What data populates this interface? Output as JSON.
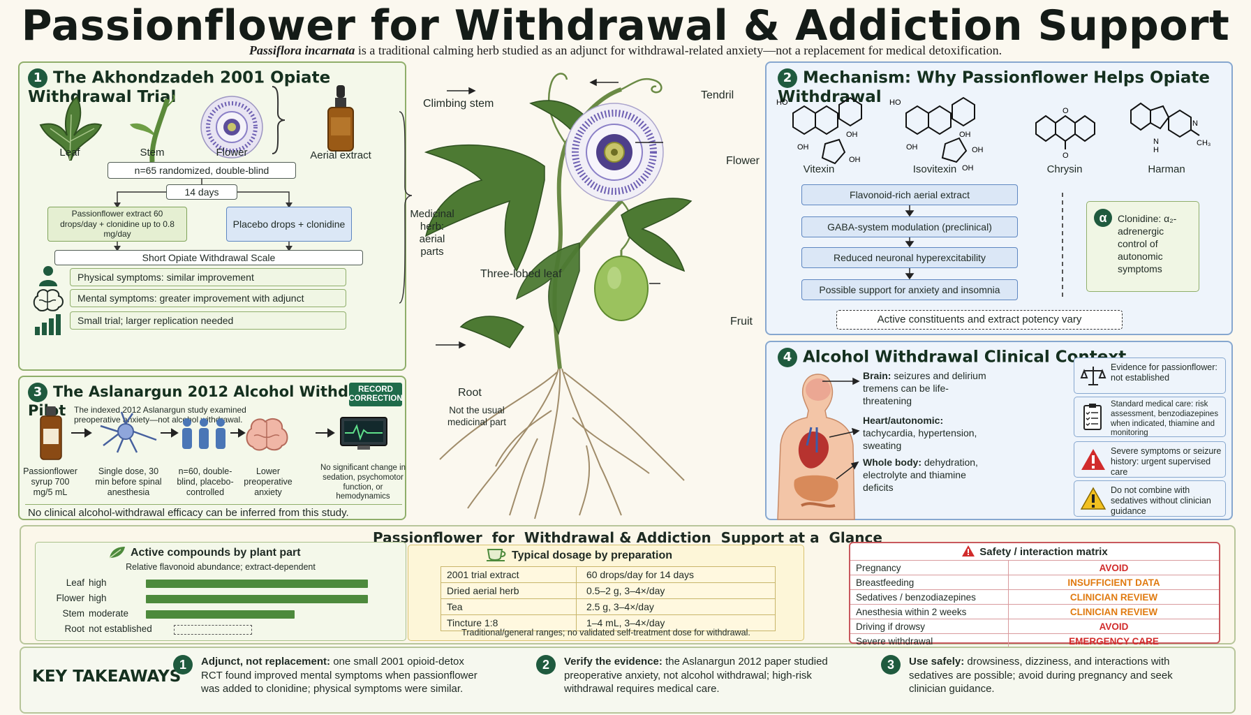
{
  "header": {
    "title": "Passionflower for Withdrawal & Addiction Support",
    "subtitle_latin": "Passiflora incarnata",
    "subtitle_rest": " is a traditional calming herb studied as an adjunct for withdrawal-related anxiety—not a replacement for medical detoxification."
  },
  "panel1": {
    "num": "1",
    "heading": "The Akhondzadeh 2001 Opiate Withdrawal Trial",
    "parts": [
      "Leaf",
      "Stem",
      "Flower"
    ],
    "extract_label": "Aerial extract",
    "design": "n=65 randomized, double-blind",
    "duration": "14 days",
    "arm_active": "Passionflower extract 60 drops/day + clonidine up to 0.8 mg/day",
    "arm_placebo": "Placebo drops + clonidine",
    "scale": "Short Opiate Withdrawal Scale",
    "results": [
      "Physical symptoms: similar improvement",
      "Mental symptoms: greater improvement with adjunct",
      "Small trial; larger replication needed"
    ]
  },
  "panel3": {
    "num": "3",
    "heading": "The Aslanargun 2012 Alcohol Withdrawal Pilot",
    "badge": "RECORD CORRECTION",
    "note": "The indexed 2012 Aslanargun study examined preoperative anxiety—not alcohol withdrawal.",
    "steps": [
      "Passionflower syrup 700 mg/5 mL",
      "Single dose, 30 min before spinal anesthesia",
      "n=60, double-blind, placebo-controlled",
      "Lower preoperative anxiety",
      "No significant change in sedation, psychomotor function, or hemodynamics"
    ],
    "conclusion": "No clinical alcohol-withdrawal efficacy can be inferred from this study."
  },
  "plant": {
    "labels": {
      "climbing_stem": "Climbing stem",
      "tendril": "Tendril",
      "flower": "Flower",
      "medicinal": "Medicinal herb: aerial parts",
      "leaf": "Three-lobed leaf",
      "fruit": "Fruit",
      "root": "Root",
      "root_note": "Not the usual medicinal part"
    }
  },
  "panel2": {
    "num": "2",
    "heading": "Mechanism: Why Passionflower Helps Opiate Withdrawal",
    "compounds": [
      "Vitexin",
      "Isovitexin",
      "Chrysin",
      "Harman"
    ],
    "chain": [
      "Flavonoid-rich aerial extract",
      "GABA-system modulation (preclinical)",
      "Reduced neuronal hyperexcitability",
      "Possible support for anxiety and insomnia"
    ],
    "clonidine_symbol": "α",
    "clonidine": "Clonidine: α₂-adrenergic control of autonomic symptoms",
    "note": "Active constituents and extract potency vary"
  },
  "panel4": {
    "num": "4",
    "heading": "Alcohol Withdrawal Clinical Context",
    "body": [
      {
        "bold": "Brain:",
        "text": " seizures and delirium tremens can be life-threatening"
      },
      {
        "bold": "Heart/autonomic:",
        "text": " tachycardia, hypertension, sweating"
      },
      {
        "bold": "Whole body:",
        "text": " dehydration, electrolyte and thiamine deficits"
      }
    ],
    "cards": [
      {
        "icon": "scale-icon",
        "text": "Evidence for passionflower: not established"
      },
      {
        "icon": "clipboard-icon",
        "text": "Standard medical care: risk assessment, benzodiazepines when indicated, thiamine and monitoring"
      },
      {
        "icon": "warning-icon",
        "text": "Severe symptoms or seizure history: urgent supervised care"
      },
      {
        "icon": "caution-icon",
        "text": "Do not combine with sedatives without clinician guidance"
      }
    ]
  },
  "glance": {
    "heading": "Passionflower  for  Withdrawal & Addiction  Support at a  Glance",
    "compounds": {
      "title": "Active compounds by plant part",
      "subtitle": "Relative flavonoid abundance; extract-dependent",
      "rows": [
        {
          "part": "Leaf",
          "level": "high",
          "value": 1.0
        },
        {
          "part": "Flower",
          "level": "high",
          "value": 1.0
        },
        {
          "part": "Stem",
          "level": "moderate",
          "value": 0.67
        },
        {
          "part": "Root",
          "level": "not established",
          "value": 0.0
        }
      ]
    },
    "dosage": {
      "title": "Typical dosage by preparation",
      "rows": [
        [
          "2001 trial extract",
          "60 drops/day for 14 days"
        ],
        [
          "Dried aerial herb",
          "0.5–2 g,  3–4×/day"
        ],
        [
          "Tea",
          "2.5 g,  3–4×/day"
        ],
        [
          "Tincture 1:8",
          "1–4 mL,  3–4×/day"
        ]
      ],
      "footnote": "Traditional/general ranges; no validated self-treatment dose for withdrawal."
    },
    "safety": {
      "title": "Safety / interaction matrix",
      "rows": [
        {
          "item": "Pregnancy",
          "verdict": "AVOID",
          "color": "#d12b2b"
        },
        {
          "item": "Breastfeeding",
          "verdict": "INSUFFICIENT DATA",
          "color": "#e07a10"
        },
        {
          "item": "Sedatives / benzodiazepines",
          "verdict": "CLINICIAN REVIEW",
          "color": "#e07a10"
        },
        {
          "item": "Anesthesia within 2 weeks",
          "verdict": "CLINICIAN REVIEW",
          "color": "#e07a10"
        },
        {
          "item": "Driving if drowsy",
          "verdict": "AVOID",
          "color": "#d12b2b"
        },
        {
          "item": "Severe withdrawal",
          "verdict": "EMERGENCY CARE",
          "color": "#d12b2b"
        }
      ]
    }
  },
  "takeaways": {
    "label": "KEY TAKEAWAYS",
    "items": [
      {
        "num": "1",
        "bold": "Adjunct, not replacement:",
        "text": " one small 2001 opioid-detox RCT found improved mental symptoms when passionflower was added to clonidine; physical symptoms were similar."
      },
      {
        "num": "2",
        "bold": "Verify the evidence:",
        "text": " the Aslanargun 2012 paper studied preoperative anxiety, not alcohol withdrawal; high-risk withdrawal requires medical care."
      },
      {
        "num": "3",
        "bold": "Use safely:",
        "text": " drowsiness, dizziness, and interactions with sedatives are possible; avoid during pregnancy and seek clinician guidance."
      }
    ]
  },
  "colors": {
    "dark_green": "#1f5a3e",
    "bar_green": "#4d8a3c",
    "alert_red": "#d12b2b",
    "alert_orange": "#e07a10"
  }
}
